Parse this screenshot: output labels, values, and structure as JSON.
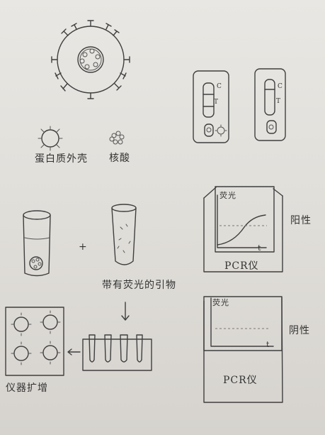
{
  "labels": {
    "protein_shell": "蛋白质外壳",
    "nucleic_acid": "核酸",
    "primer": "带有荧光的引物",
    "amplify": "仪器扩增",
    "plus": "+",
    "fluorescence_top": "荧光",
    "fluorescence_bottom": "荧光",
    "t_top": "t",
    "t_bottom": "t",
    "pcr_top": "PCR仪",
    "pcr_bottom": "PCR仪",
    "positive": "阳性",
    "negative": "阴性",
    "strip_left_c": "C",
    "strip_left_t": "T",
    "strip_right_c": "C",
    "strip_right_t": "T"
  }
}
